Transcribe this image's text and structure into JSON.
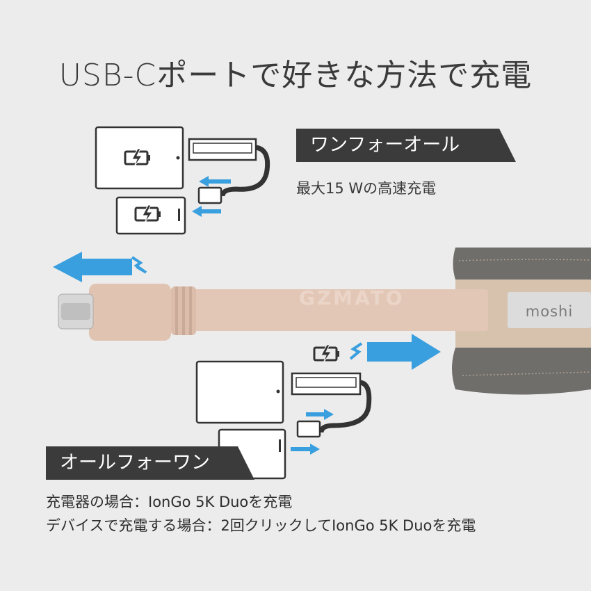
{
  "title": "USB-Cポートで好きな方法で充電",
  "section_top": {
    "banner": "ワンフォーオール",
    "subtitle": "最大15 Wの高速充電"
  },
  "cable": {
    "brand_label": "moshi",
    "watermark": "GZMATO"
  },
  "section_bottom": {
    "banner": "オールフォーワン",
    "lines": [
      "充電器の場合：IonGo 5K Duoを充電",
      "デバイスで充電する場合：2回クリックしてIonGo 5K Duoを充電"
    ]
  },
  "colors": {
    "arrow": "#3a9fde",
    "cable": "#e3c7b6",
    "case": "#6f6e6b",
    "banner": "#3b3b3b"
  },
  "icons": [
    "battery-charging-icon",
    "lightning-icon",
    "arrow-left-icon",
    "arrow-right-icon"
  ]
}
